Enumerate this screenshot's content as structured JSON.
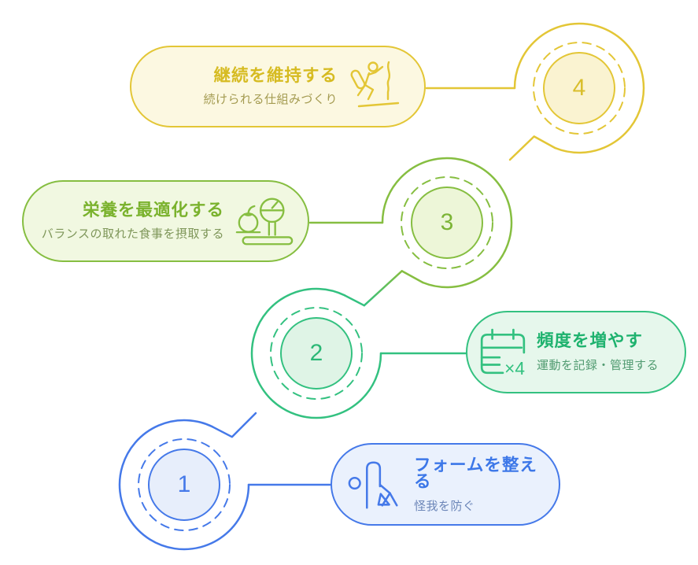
{
  "diagram": {
    "type": "process-steps",
    "background": "#ffffff",
    "steps": [
      {
        "number": "1",
        "title": "フォームを整える",
        "subtitle": "怪我を防ぐ",
        "icon": "stretching-person-icon",
        "theme": {
          "stroke": "#4579E9",
          "card_fill": "#EAF1FD",
          "inner_fill": "#E7EEFB",
          "title_color": "#3C77E8",
          "subtitle_color": "#6C86B8",
          "number_color": "#4579E9"
        }
      },
      {
        "number": "2",
        "title": "頻度を増やす",
        "subtitle": "運動を記録・管理する",
        "icon": "calendar-icon",
        "icon_label": "×4",
        "theme": {
          "stroke": "#33C180",
          "card_fill": "#E6F7EC",
          "inner_fill": "#DFF4E6",
          "title_color": "#1EB26E",
          "subtitle_color": "#519B71",
          "number_color": "#2BB876"
        }
      },
      {
        "number": "3",
        "title": "栄養を最適化する",
        "subtitle": "バランスの取れた食事を摂取する",
        "icon": "apple-scale-icon",
        "theme": {
          "stroke": "#86BE41",
          "card_fill": "#F1F8E1",
          "inner_fill": "#EDF6D8",
          "title_color": "#7AB22D",
          "subtitle_color": "#7E9659",
          "number_color": "#7CB435"
        }
      },
      {
        "number": "4",
        "title": "継続を維持する",
        "subtitle": "続けられる仕組みづくり",
        "icon": "climber-icon",
        "theme": {
          "stroke": "#E3C636",
          "card_fill": "#FCF8E1",
          "inner_fill": "#FAF3D1",
          "title_color": "#D6BB21",
          "subtitle_color": "#A49B51",
          "number_color": "#D9BE2B"
        }
      }
    ]
  }
}
